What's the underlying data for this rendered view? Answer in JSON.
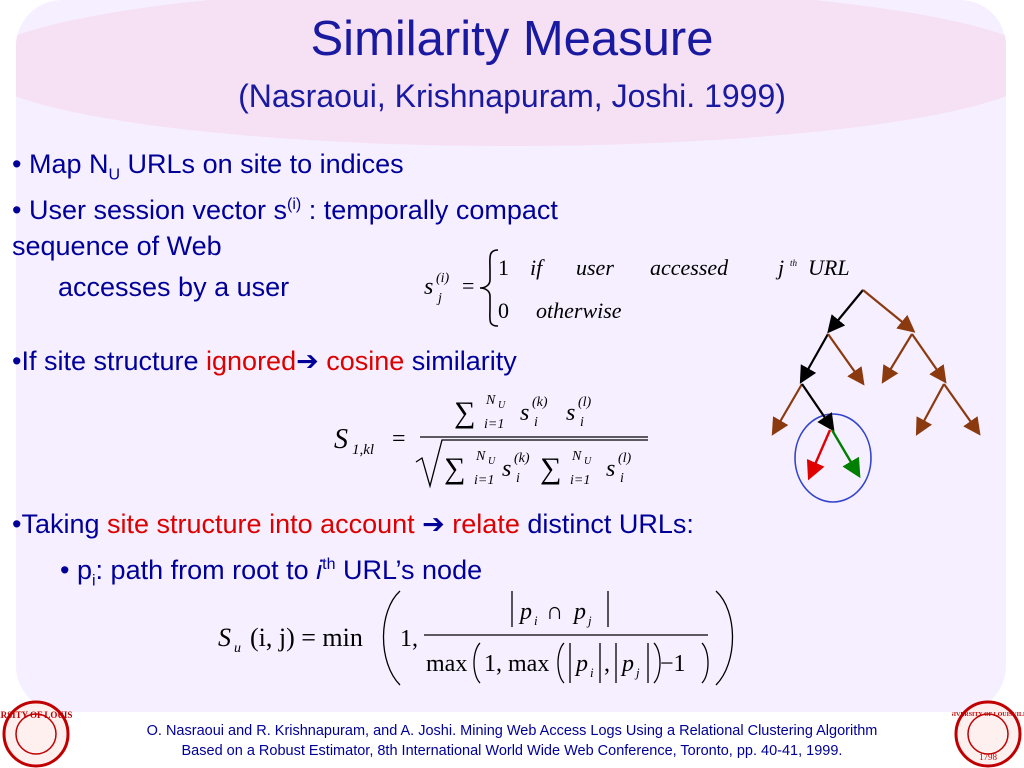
{
  "title": "Similarity Measure",
  "subtitle": "(Nasraoui, Krishnapuram, Joshi. 1999)",
  "bullets": {
    "b1": {
      "a": "•  Map N",
      "sub": "U",
      "b": " URLs on site to indices"
    },
    "b2": {
      "a": "•  User session vector s",
      "sup": "(i)",
      "b": " : temporally compact"
    },
    "b2_line2": "sequence of Web",
    "b2_line3": "accesses by a user",
    "b3": {
      "a": "•If site structure ",
      "ignored": "ignored",
      "arrow": "➔",
      "cosine": " cosine",
      "rest": " similarity"
    },
    "b4": {
      "a": "•Taking ",
      "red1": "site structure into account",
      "arrow": " ➔",
      "red2": " relate",
      "rest": " distinct URLs:"
    },
    "b5": {
      "a": "• p",
      "sub": "i",
      "b": ": path from root to ",
      "i": "i",
      "sup": "th",
      "c": " URL’s node"
    }
  },
  "formula1": {
    "lhs": "s",
    "sup": "(i)",
    "sub": "j",
    "eq": "=",
    "case1_val": "1",
    "case1_if": "if",
    "case1_user": "user",
    "case1_accessed": "accessed",
    "case1_j": "j",
    "case1_th": "th",
    "case1_url": "URL",
    "case2_val": "0",
    "case2_text": "otherwise"
  },
  "formula2": {
    "S": "S",
    "sub": "1,kl",
    "eq": "=",
    "sum": "∑",
    "N": "N",
    "U": "U",
    "i1": "i=1",
    "s": "s",
    "k": "(k)",
    "l": "(l)",
    "i": "i"
  },
  "formula3": {
    "S": "S",
    "u": "u",
    "args": "(i, j) = min",
    "one": "1,",
    "num_p": "p",
    "num_i": "i",
    "cap": "∩",
    "num_j": "j",
    "den_max": "max",
    "den_one": "1, max",
    "den_minus": "−1"
  },
  "footer": {
    "line1": "O. Nasraoui and R. Krishnapuram, and A. Joshi. Mining Web Access Logs Using a Relational Clustering Algorithm",
    "line2": "Based on a Robust Estimator, 8th International World Wide Web Conference, Toronto, pp. 40-41, 1999."
  },
  "logo": {
    "text": "UNIVERSITY OF LOUISVILLE",
    "year": "1798"
  }
}
